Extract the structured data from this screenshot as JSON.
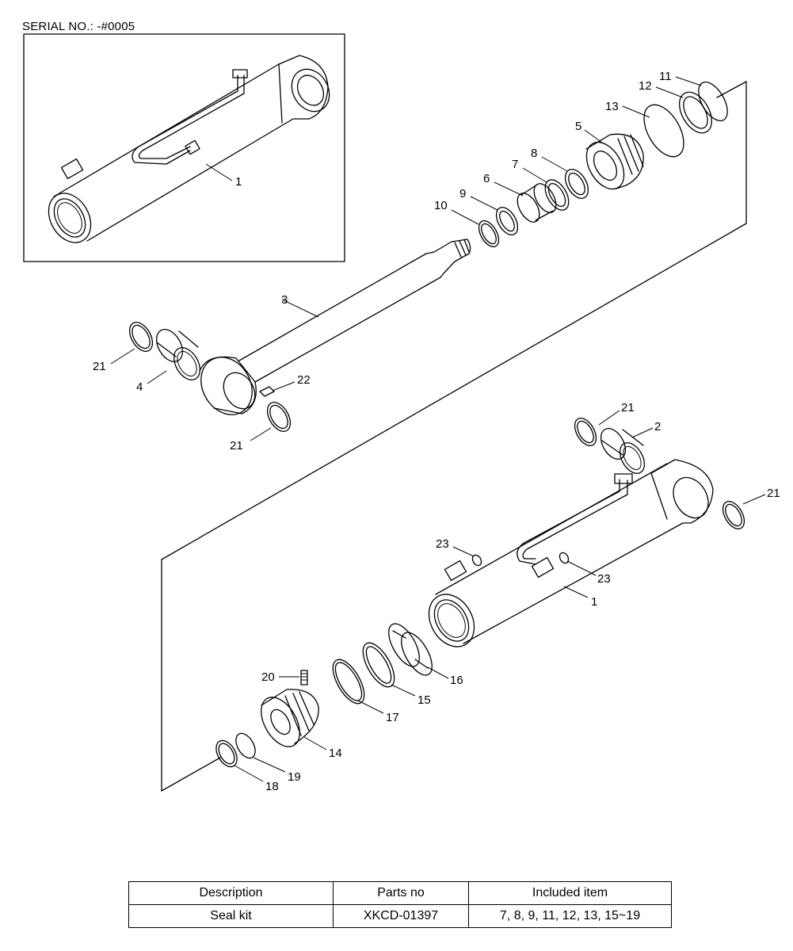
{
  "serial": "SERIAL NO.: -#0005",
  "callouts": {
    "inset_1": "1",
    "c11": "11",
    "c12": "12",
    "c13": "13",
    "c5": "5",
    "c8": "8",
    "c7": "7",
    "c6": "6",
    "c9": "9",
    "c10": "10",
    "c3": "3",
    "c21a": "21",
    "c4": "4",
    "c22": "22",
    "c21b": "21",
    "c21c": "21",
    "c2": "2",
    "c21d": "21",
    "c23a": "23",
    "c23b": "23",
    "c1": "1",
    "c16": "16",
    "c15": "15",
    "c17": "17",
    "c20": "20",
    "c14": "14",
    "c19": "19",
    "c18": "18"
  },
  "table": {
    "headers": [
      "Description",
      "Parts no",
      "Included item"
    ],
    "rows": [
      [
        "Seal kit",
        "XKCD-01397",
        "7, 8, 9, 11, 12, 13, 15~19"
      ]
    ]
  }
}
